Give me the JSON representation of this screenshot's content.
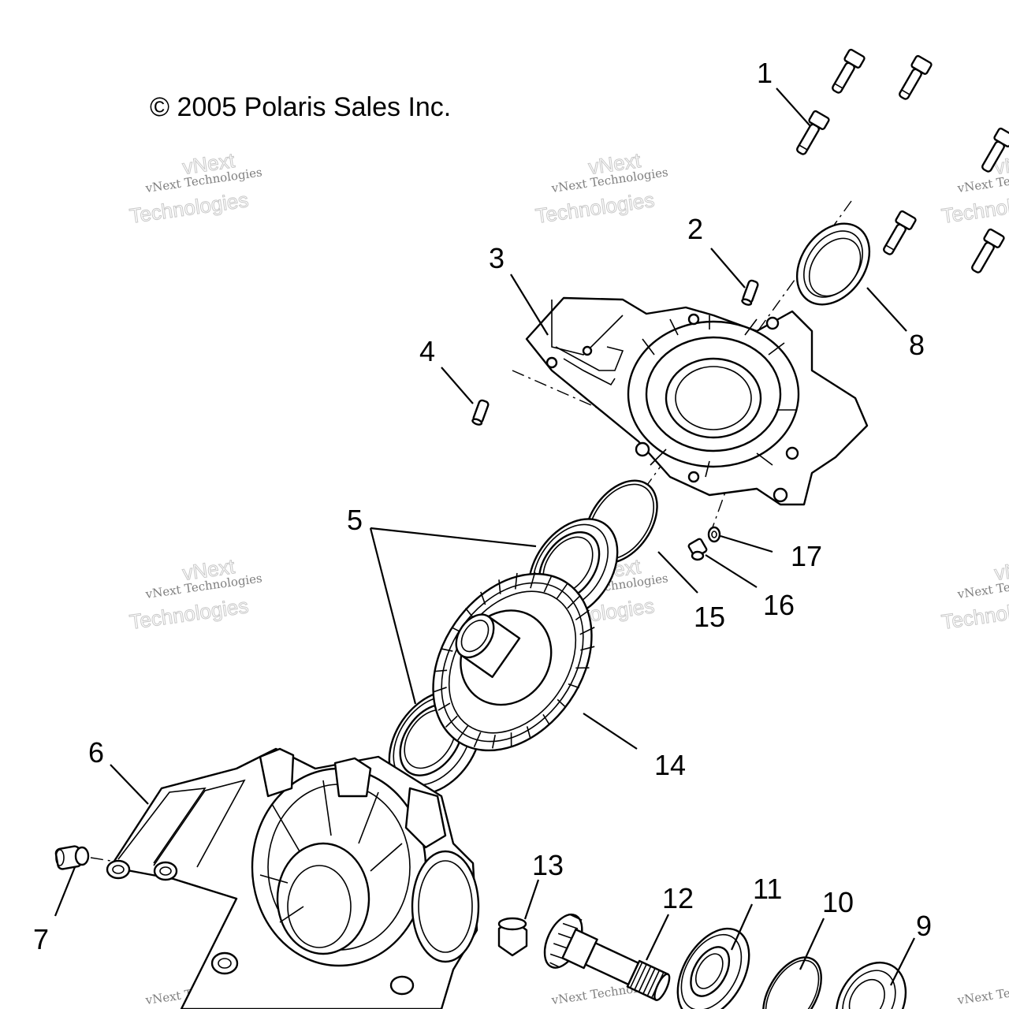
{
  "copyright": "© 2005 Polaris Sales Inc.",
  "watermark": {
    "line1": "vNext Technologies",
    "line2": "Technologies",
    "line3": "vNext"
  },
  "callouts": {
    "c1": "1",
    "c2": "2",
    "c3": "3",
    "c4": "4",
    "c5": "5",
    "c6": "6",
    "c7": "7",
    "c8": "8",
    "c9": "9",
    "c10": "10",
    "c11": "11",
    "c12": "12",
    "c13": "13",
    "c14": "14",
    "c15": "15",
    "c16": "16",
    "c17": "17"
  }
}
